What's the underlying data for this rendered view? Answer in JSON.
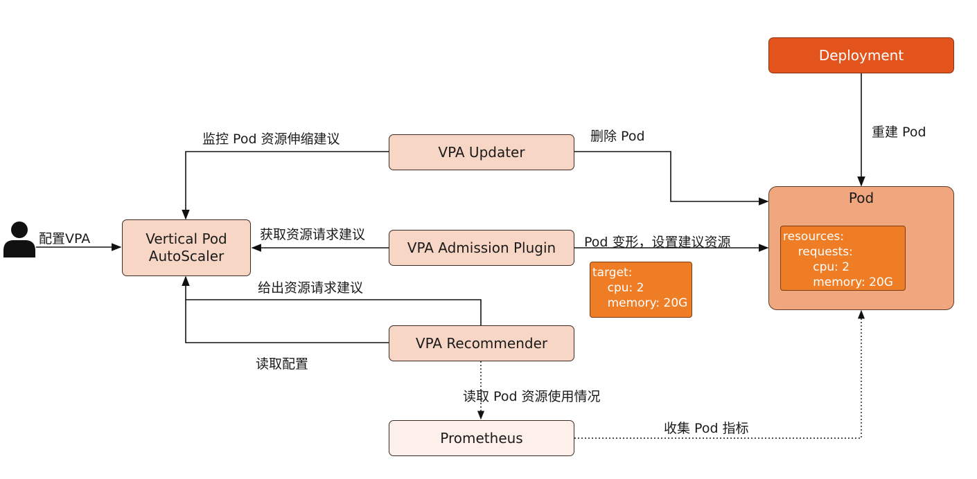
{
  "actor": {
    "label": "配置VPA"
  },
  "nodes": {
    "deployment": "Deployment",
    "vpa_updater": "VPA Updater",
    "vpa_admission": "VPA Admission Plugin",
    "vpa_recommender": "VPA Recommender",
    "prometheus": "Prometheus",
    "autoscaler_line1": "Vertical Pod",
    "autoscaler_line2": "AutoScaler",
    "pod": "Pod"
  },
  "pod_resources": "resources:\n    requests:\n        cpu: 2\n        memory: 20G",
  "target_box": "target:\n    cpu: 2\n    memory: 20G",
  "edge_labels": {
    "monitor": "监控 Pod 资源伸缩建议",
    "delete_pod": "删除 Pod",
    "rebuild_pod": "重建 Pod",
    "get_request": "获取资源请求建议",
    "mutate_pod": "Pod 变形，设置建议资源",
    "give_request": "给出资源请求建议",
    "read_config": "读取配置",
    "read_usage": "读取 Pod 资源使用情况",
    "collect_metrics": "收集 Pod 指标"
  }
}
